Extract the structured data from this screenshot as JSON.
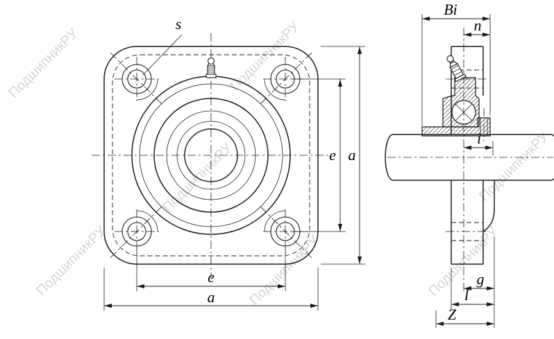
{
  "colors": {
    "line": "#1a1a1a",
    "watermark": "#999999",
    "hatch": "#444444",
    "background": "#ffffff"
  },
  "watermark": {
    "text": "ПодшипникРУ"
  },
  "front_view": {
    "labels": {
      "bolt_hole_s": "s",
      "bolt_spacing_v": "e",
      "flange_size_v": "a",
      "bolt_spacing_h": "e",
      "flange_size_h": "a"
    }
  },
  "side_view": {
    "labels": {
      "inner_width": "Bi",
      "screw_offset": "n",
      "center_offset": "i",
      "boss_protrusion": "g",
      "total_length": "l",
      "overall_width": "Z"
    }
  }
}
